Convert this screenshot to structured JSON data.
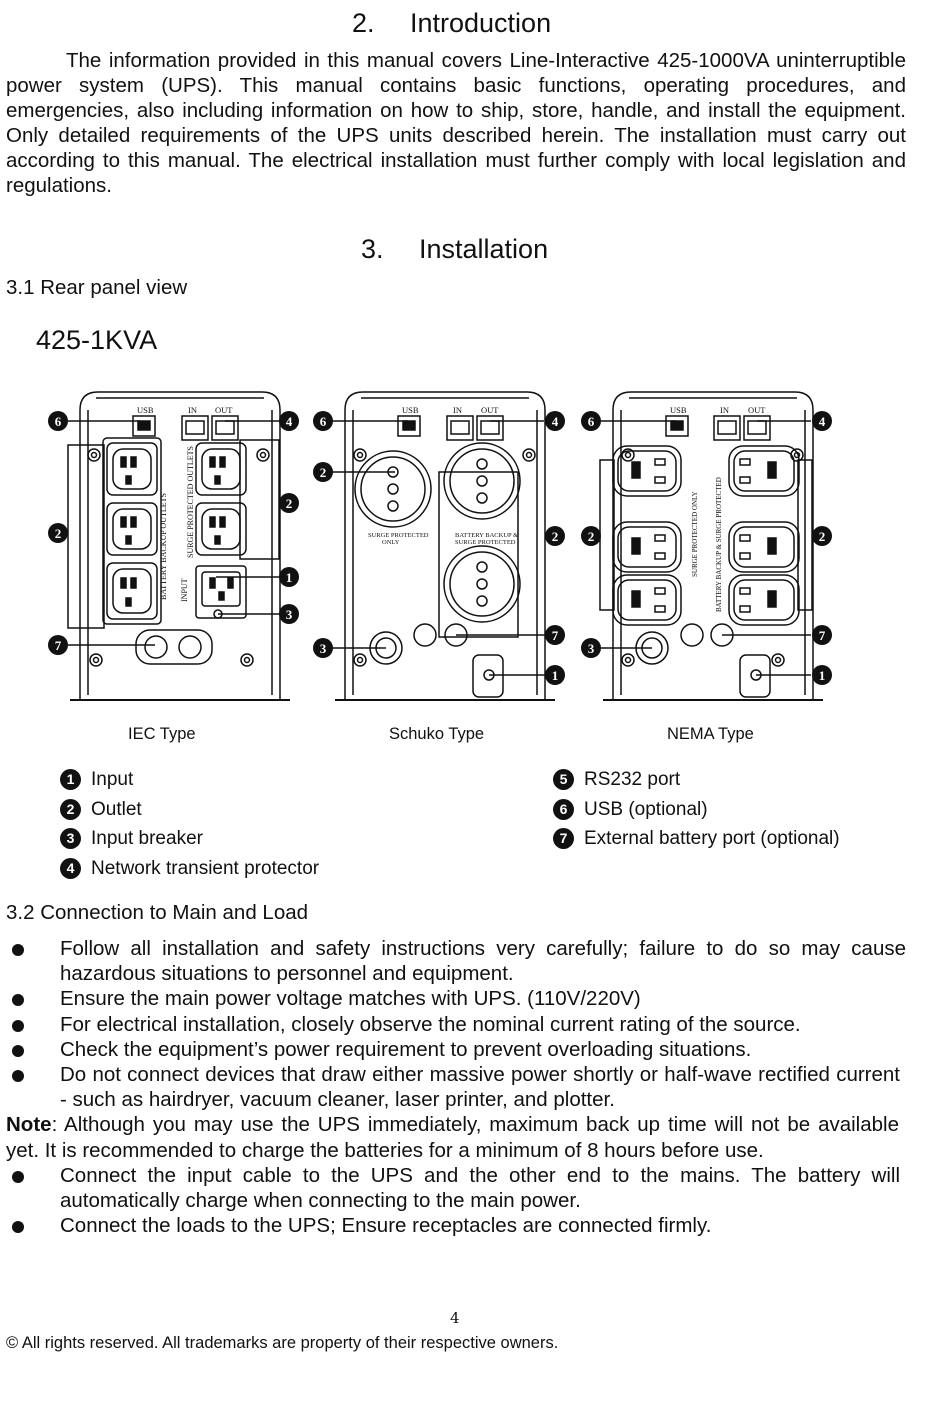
{
  "section2": {
    "number": "2.",
    "title": "Introduction",
    "paragraph": "The information provided in this manual covers Line-Interactive 425-1000VA uninterruptible power system (UPS). This manual contains basic functions, operating procedures, and emergencies, also including information on how to ship, store, handle, and install the equipment. Only detailed requirements of the UPS units described herein. The installation must carry out according to this manual. The electrical installation must further comply with local legislation and regulations."
  },
  "section3": {
    "number": "3.",
    "title": "Installation",
    "sub1": "3.1 Rear panel view",
    "model": "425-1KVA",
    "figure": {
      "port_usb": "USB",
      "port_in": "IN",
      "port_out": "OUT",
      "iec_left_label": "BATTERY BACKUP OUTLETS",
      "iec_right_label": "SURGE PROTECTED OUTLETS",
      "iec_input_label": "INPUT",
      "schuko_left_label_1": "SURGE PROTECTED",
      "schuko_left_label_2": "ONLY",
      "schuko_right_label_1": "BATTERY BACKUP &",
      "schuko_right_label_2": "SURGE PROTECTED",
      "nema_left_label": "SURGE PROTECTED ONLY",
      "nema_right_label": "BATTERY BACKUP & SURGE PROTECTED",
      "callouts": [
        "1",
        "2",
        "3",
        "4",
        "6",
        "7"
      ]
    },
    "captions": [
      "IEC Type",
      "Schuko Type",
      "NEMA Type"
    ],
    "legend_left": [
      {
        "num": "1",
        "text": "Input"
      },
      {
        "num": "2",
        "text": "Outlet"
      },
      {
        "num": "3",
        "text": "Input breaker"
      },
      {
        "num": "4",
        "text": "Network transient protector"
      }
    ],
    "legend_right": [
      {
        "num": "5",
        "text": "RS232 port"
      },
      {
        "num": "6",
        "text": "USB (optional)"
      },
      {
        "num": "7",
        "text": "External battery port (optional)"
      }
    ],
    "sub2": "3.2 Connection to Main and Load",
    "bullets_a": [
      "Follow all installation and safety instructions very carefully; failure to do so may cause hazardous situations to personnel and equipment.",
      "Ensure the main power voltage matches with UPS. (110V/220V)",
      "For electrical installation, closely observe the nominal current rating of the source.",
      "Check the equipment’s power requirement to prevent overloading situations.",
      "Do not connect devices that draw either massive power shortly or half-wave rectified current - such as hairdryer, vacuum cleaner, laser printer, and plotter."
    ],
    "note_label": "Note",
    "note_text": ": Although you may use the UPS immediately, maximum back up time will not be available yet. It is recommended to charge the batteries for a minimum of 8 hours before use.",
    "bullets_b": [
      "Connect the input cable to the UPS and the other end to the mains. The battery will automatically charge when connecting to the main power.",
      "Connect the loads to the UPS; Ensure receptacles are connected firmly."
    ]
  },
  "page_number": "4",
  "footer": "© All rights reserved. All trademarks are property of their respective owners."
}
